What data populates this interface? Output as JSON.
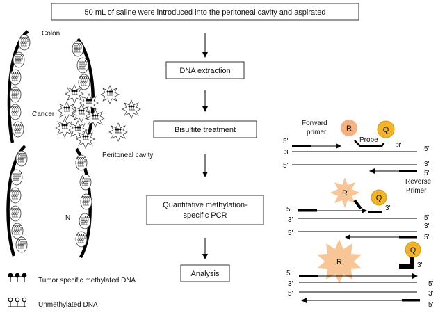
{
  "colors": {
    "reporter": "#f4b183",
    "reporter_burst": "#f8c596",
    "quencher": "#f2b430",
    "quencher_ring": "#d89a00",
    "line": "#000000"
  },
  "flow": {
    "step1": "50 mL of saline were introduced into the peritoneal cavity and aspirated",
    "step2": "DNA extraction",
    "step3": "Bisulfite treatment",
    "step4_line1": "Quantitative methylation-",
    "step4_line2": "specific PCR",
    "step5": "Analysis"
  },
  "anatomy": {
    "colon": "Colon",
    "cancer": "Cancer",
    "peritoneal_cavity": "Peritoneal cavity",
    "n": "N"
  },
  "legend": {
    "methylated": "Tumor specific methylated DNA",
    "unmethylated": "Unmethylated DNA"
  },
  "pcr": {
    "forward_primer_line1": "Forward",
    "forward_primer_line2": "primer",
    "probe": "Probe",
    "reverse_primer_line1": "Reverse",
    "reverse_primer_line2": "Primer",
    "reporter_letter": "R",
    "quencher_letter": "Q",
    "five_prime": "5'",
    "three_prime": "3'"
  }
}
